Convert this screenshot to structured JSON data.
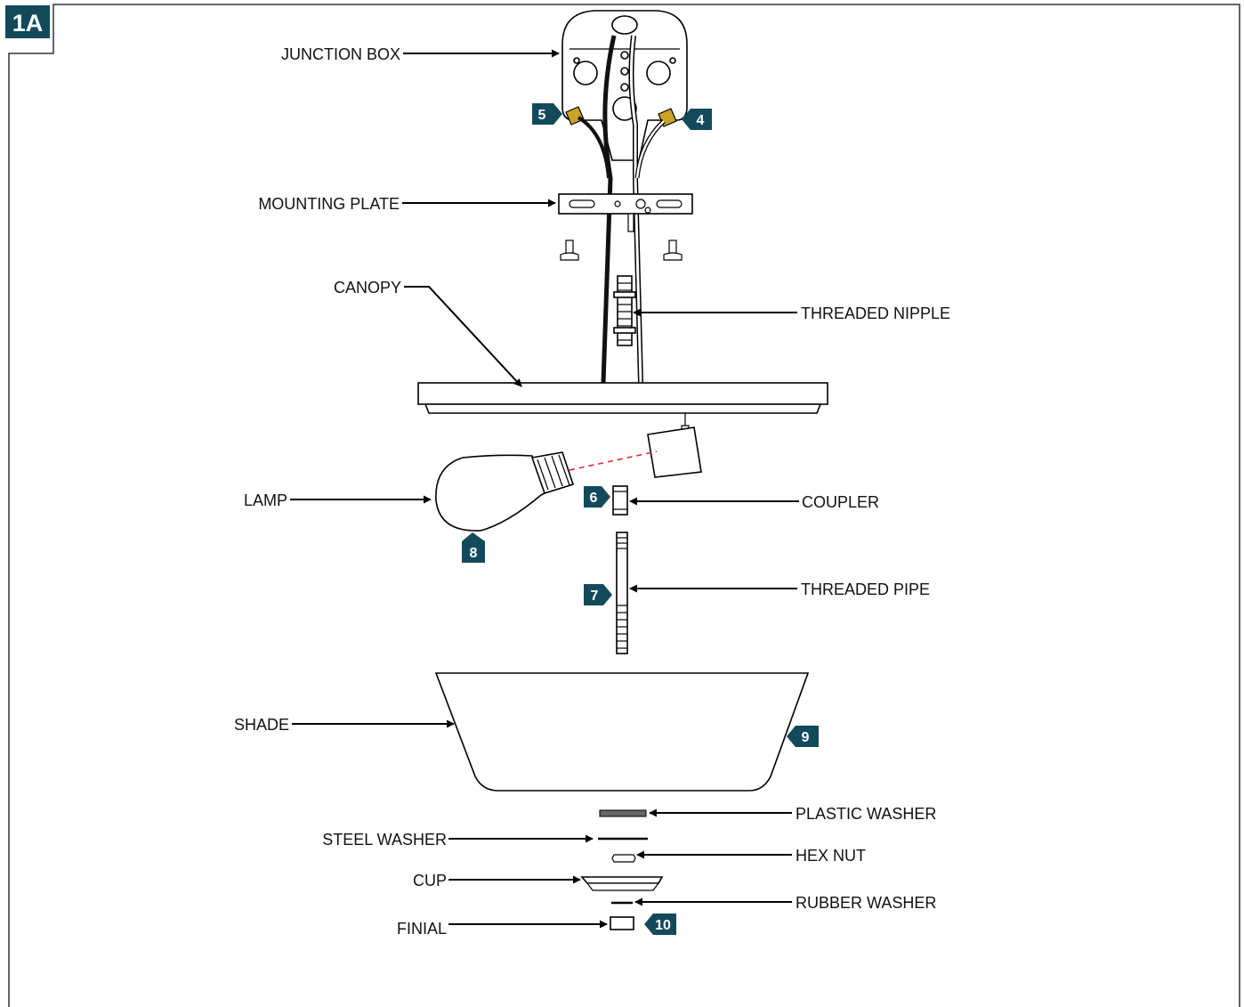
{
  "figure": {
    "id": "1A",
    "tag_color": "#124a5c",
    "frame_color": "#333333",
    "guide_line_color": "#e02020"
  },
  "labels": {
    "junction_box": "JUNCTION BOX",
    "mounting_plate": "MOUNTING PLATE",
    "canopy": "CANOPY",
    "threaded_nipple": "THREADED NIPPLE",
    "lamp": "LAMP",
    "coupler": "COUPLER",
    "threaded_pipe": "THREADED PIPE",
    "shade": "SHADE",
    "plastic_washer": "PLASTIC WASHER",
    "steel_washer": "STEEL WASHER",
    "hex_nut": "HEX NUT",
    "cup": "CUP",
    "rubber_washer": "RUBBER WASHER",
    "finial": "FINIAL"
  },
  "steps": {
    "s4": "4",
    "s5": "5",
    "s6": "6",
    "s7": "7",
    "s8": "8",
    "s9": "9",
    "s10": "10"
  }
}
